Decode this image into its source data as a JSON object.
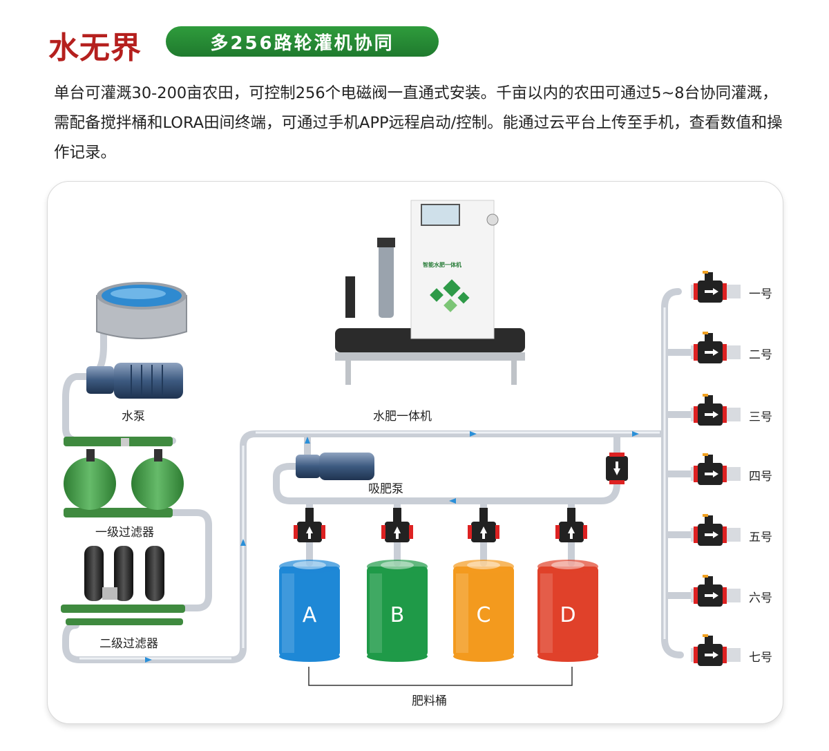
{
  "header": {
    "brand": "水无界",
    "badge": "多256路轮灌机协同"
  },
  "description": "单台可灌溉30-200亩农田，可控制256个电磁阀一直通式安装。千亩以内的农田可通过5~8台协同灌溉，需配备搅拌桶和LORA田间终端，可通过手机APP远程启动/控制。能通过云平台上传至手机，查看数值和操作记录。",
  "diagram": {
    "labels": {
      "pump": "水泵",
      "machine": "水肥一体机",
      "suction_pump": "吸肥泵",
      "filter1": "一级过滤器",
      "filter2": "二级过滤器",
      "bucket_group": "肥料桶"
    },
    "tanks": [
      {
        "letter": "A",
        "color": "#1e88d6"
      },
      {
        "letter": "B",
        "color": "#1f9a48"
      },
      {
        "letter": "C",
        "color": "#f39a1e"
      },
      {
        "letter": "D",
        "color": "#e0412a"
      }
    ],
    "outlets": [
      "一号",
      "二号",
      "三号",
      "四号",
      "五号",
      "六号",
      "七号"
    ],
    "machine_brand": "智能水肥一体机"
  }
}
